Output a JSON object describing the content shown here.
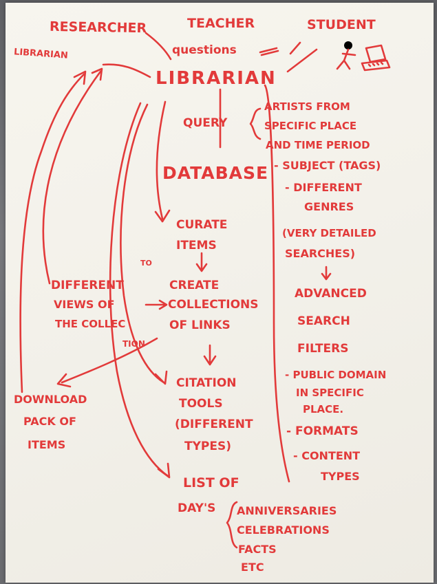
{
  "top_roles": {
    "researcher": "RESEARCHER",
    "teacher": "TEACHER",
    "student": "STUDENT"
  },
  "left_librarian": "LIBRARIAN",
  "questions": "questions",
  "librarian": "LIBRARIAN",
  "query": "QUERY",
  "database": "DATABASE",
  "query_items": {
    "artists_1": "ARTISTS FROM",
    "artists_2": "SPECIFIC PLACE",
    "artists_3": "AND TIME PERIOD",
    "subject": "- SUBJECT (TAGS)",
    "genres_1": "- DIFFERENT",
    "genres_2": "GENRES",
    "detailed_1": "(VERY DETAILED",
    "detailed_2": "SEARCHES)",
    "advanced_1": "ADVANCED",
    "advanced_2": "SEARCH",
    "advanced_3": "FILTERS",
    "public_1": "- PUBLIC DOMAIN",
    "public_2": "IN SPECIFIC",
    "public_3": "PLACE.",
    "formats": "- FORMATS",
    "content_1": "- CONTENT",
    "content_2": "TYPES"
  },
  "curate": {
    "line1": "CURATE",
    "line2": "ITEMS"
  },
  "create": {
    "line1": "CREATE",
    "line2": "COLLECTIONS",
    "line3": "OF LINKS"
  },
  "views": {
    "line1": "DIFFERENT",
    "line2": "VIEWS OF",
    "line3": "THE COLLEC",
    "line4": "TION"
  },
  "to_mark": "TO",
  "citation": {
    "line1": "CITATION",
    "line2": "TOOLS",
    "line3": "(DIFFERENT",
    "line4": "TYPES)"
  },
  "download": {
    "line1": "DOWNLOAD",
    "line2": "PACK OF",
    "line3": "ITEMS"
  },
  "list": {
    "line1": "LIST OF",
    "line2": "DAY'S"
  },
  "day_items": {
    "anniversaries": "ANNIVERSARIES",
    "celebrations": "CELEBRATIONS",
    "facts": "FACTS",
    "etc": "ETC"
  },
  "colors": {
    "ink": "#e23a3a",
    "paper": "#f5f3ec",
    "background": "#6b6c70"
  },
  "icons": [
    "stick-figure-icon",
    "laptop-icon"
  ]
}
